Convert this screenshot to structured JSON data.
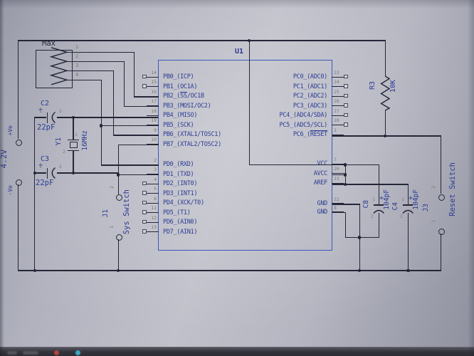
{
  "schematic": {
    "ic": {
      "ref": "U1",
      "left_pins": [
        {
          "num": "14",
          "pre": "PB0_(ICP)",
          "over": "",
          "post": ""
        },
        {
          "num": "15",
          "pre": "PB1_(OC1A)",
          "over": "",
          "post": ""
        },
        {
          "num": "16",
          "pre": "PB2_(",
          "over": "SS",
          "post": "/OC1B"
        },
        {
          "num": "17",
          "pre": "PB3_(MOSI/OC2)",
          "over": "",
          "post": ""
        },
        {
          "num": "18",
          "pre": "PB4_(MISO)",
          "over": "",
          "post": ""
        },
        {
          "num": "19",
          "pre": "PB5_(SCK)",
          "over": "",
          "post": ""
        },
        {
          "num": "9",
          "pre": "PB6_(XTAL1/TOSC1)",
          "over": "",
          "post": ""
        },
        {
          "num": "10",
          "pre": "PB7_(XTAL2/TOSC2)",
          "over": "",
          "post": ""
        },
        {
          "num": "2",
          "pre": "PD0_(RXD)",
          "over": "",
          "post": ""
        },
        {
          "num": "3",
          "pre": "PD1_(TXD)",
          "over": "",
          "post": ""
        },
        {
          "num": "4",
          "pre": "PD2_(INT0)",
          "over": "",
          "post": ""
        },
        {
          "num": "5",
          "pre": "PD3_(INT1)",
          "over": "",
          "post": ""
        },
        {
          "num": "6",
          "pre": "PD4_(XCK/T0)",
          "over": "",
          "post": ""
        },
        {
          "num": "11",
          "pre": "PD5_(T1)",
          "over": "",
          "post": ""
        },
        {
          "num": "12",
          "pre": "PD6_(AIN0)",
          "over": "",
          "post": ""
        },
        {
          "num": "13",
          "pre": "PD7_(AIN1)",
          "over": "",
          "post": ""
        }
      ],
      "right_pins": [
        {
          "num": "23",
          "pre": "PC0_(ADC0)",
          "over": "",
          "post": ""
        },
        {
          "num": "24",
          "pre": "PC1_(ADC1)",
          "over": "",
          "post": ""
        },
        {
          "num": "25",
          "pre": "PC2_(ADC2)",
          "over": "",
          "post": ""
        },
        {
          "num": "26",
          "pre": "PC3_(ADC3)",
          "over": "",
          "post": ""
        },
        {
          "num": "27",
          "pre": "PC4_(ADC4/SDA)",
          "over": "",
          "post": ""
        },
        {
          "num": "28",
          "pre": "PC5_(ADC5/SCL)",
          "over": "",
          "post": ""
        },
        {
          "num": "1",
          "pre": "PC6_(",
          "over": "RESET",
          "post": ""
        },
        {
          "num": "7",
          "pre": "VCC",
          "over": "",
          "post": ""
        },
        {
          "num": "20",
          "pre": "AVCC",
          "over": "",
          "post": ""
        },
        {
          "num": "21",
          "pre": "AREF",
          "over": "",
          "post": ""
        },
        {
          "num": "22",
          "pre": "GND",
          "over": "",
          "post": ""
        },
        {
          "num": "8",
          "pre": "GND",
          "over": "",
          "post": ""
        }
      ]
    },
    "max": {
      "label": "Max",
      "pin_numbers": [
        "1",
        "2",
        "3",
        "4"
      ]
    },
    "battery": {
      "voltage": "4.2V",
      "positive": "+Ve",
      "negative": "-Ve"
    },
    "c2": {
      "ref": "C2",
      "value": "22pF",
      "polarity": "+",
      "pin1": "1",
      "pin2": "2"
    },
    "c3": {
      "ref": "C3",
      "value": "22pF",
      "polarity": "+",
      "pin1": "1",
      "pin2": "2"
    },
    "y1": {
      "ref": "Y1",
      "value": "16MHz",
      "pin1": "1",
      "pin2": "2"
    },
    "r3": {
      "ref": "R3",
      "value": "10K"
    },
    "c8": {
      "ref": "C8",
      "value": "104pF",
      "polarity": "+",
      "pin1": "1",
      "pin2": "2"
    },
    "c4": {
      "ref": "C4",
      "value": "104pF",
      "polarity": "+",
      "pin1": "1",
      "pin2": "2"
    },
    "j1": {
      "ref": "J1",
      "label": "Sys Switch",
      "pin1": "1",
      "pin2": "2"
    },
    "j3": {
      "ref": "J3",
      "label": "Reset Switch",
      "pin1": "1",
      "pin2": "2"
    }
  },
  "colors": {
    "wire": "#242637",
    "ic_border": "#3d56c0",
    "schematic_text": "#2c3c94",
    "pin_number": "#7d7b68",
    "screen": "#b9bac4",
    "taskbar": "#35353d",
    "taskbar_icon_red": "#b5483e",
    "taskbar_icon_cyan": "#3fa9c4"
  }
}
